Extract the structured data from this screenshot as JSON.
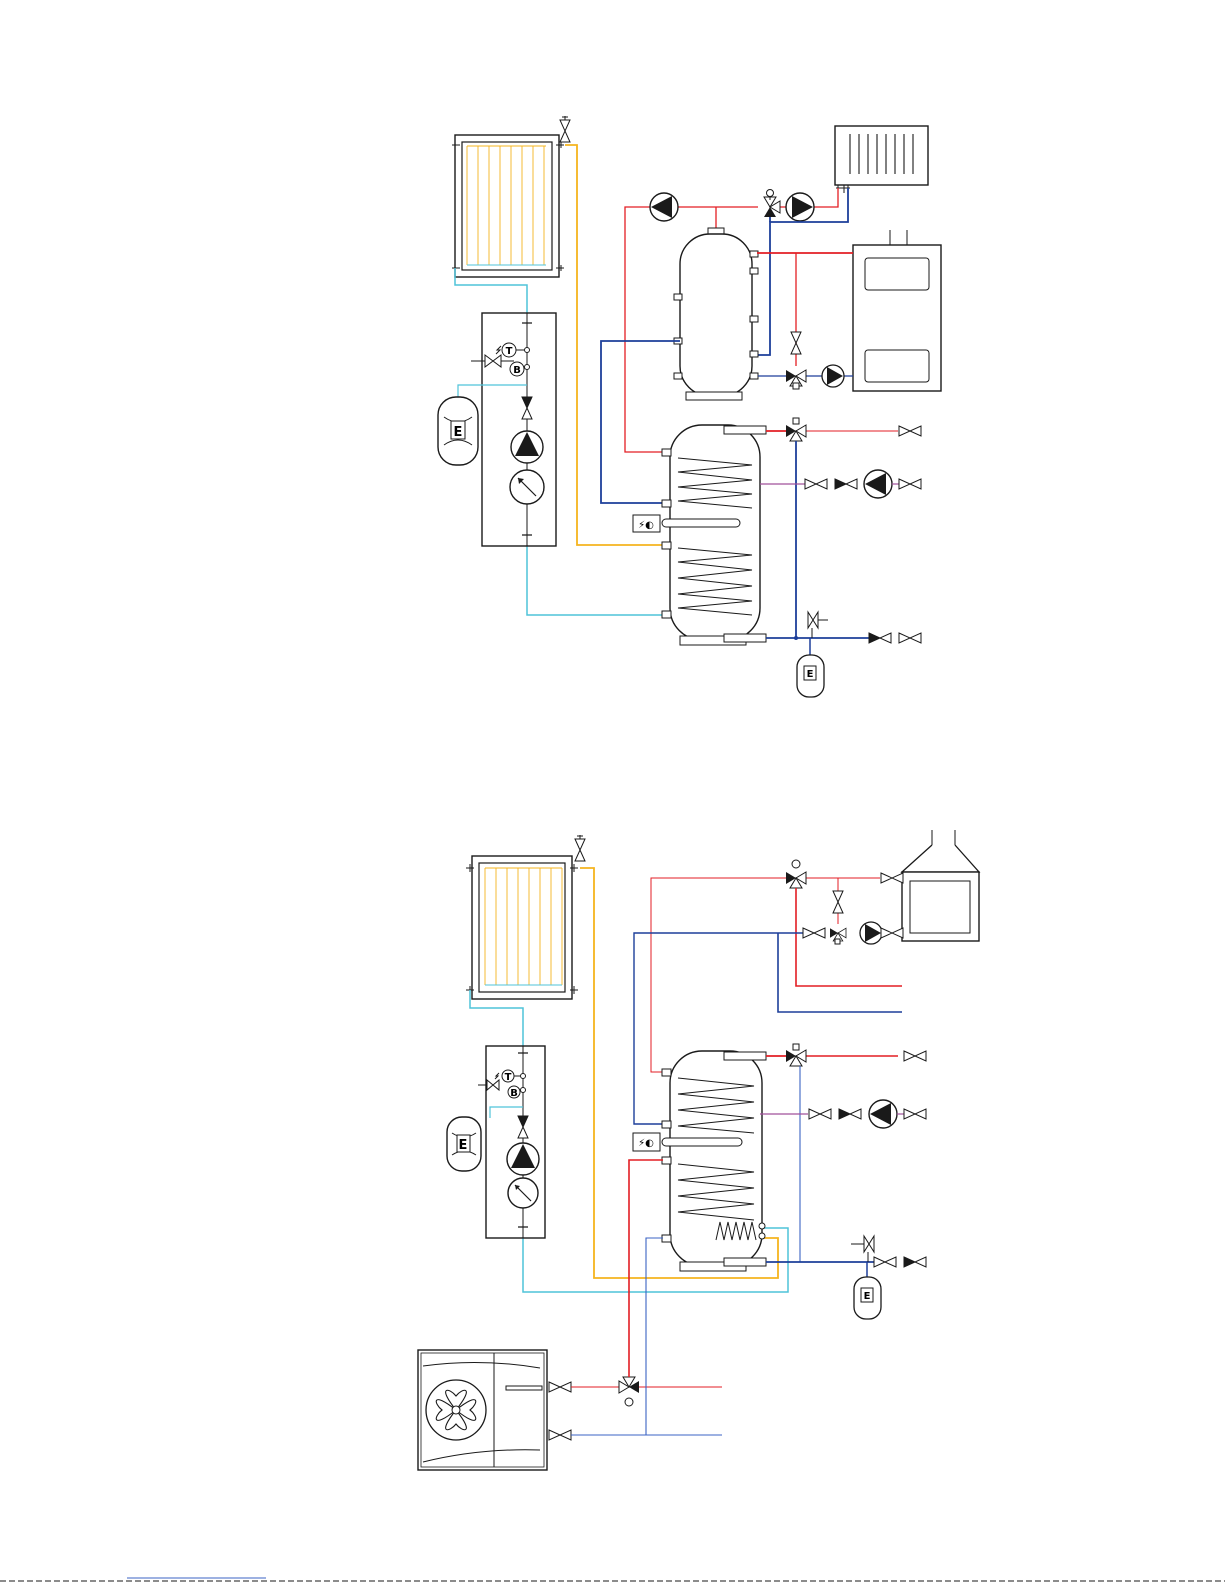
{
  "colors": {
    "supply_red": "#e31e24",
    "return_blue": "#1d3f9a",
    "return_blue_light": "#3b63c4",
    "solar_yellow": "#f5b41e",
    "solar_cyan": "#4fc3d9",
    "circulation_purple": "#a0509b",
    "outline": "#1a1a1a"
  },
  "symbols": {
    "expansion_vessel": "E",
    "thermometer": "T",
    "manometer": "B",
    "electric_heater": "⚡◐"
  },
  "icons": [
    "solar-collector-icon",
    "radiator-icon",
    "boiler-icon",
    "fireplace-icon",
    "heat-pump-icon",
    "pump-icon",
    "three-way-valve-icon",
    "valve-icon",
    "check-valve-icon",
    "safety-valve-icon",
    "expansion-vessel-icon",
    "flow-meter-icon",
    "buffer-tank-icon",
    "dhw-tank-icon"
  ]
}
